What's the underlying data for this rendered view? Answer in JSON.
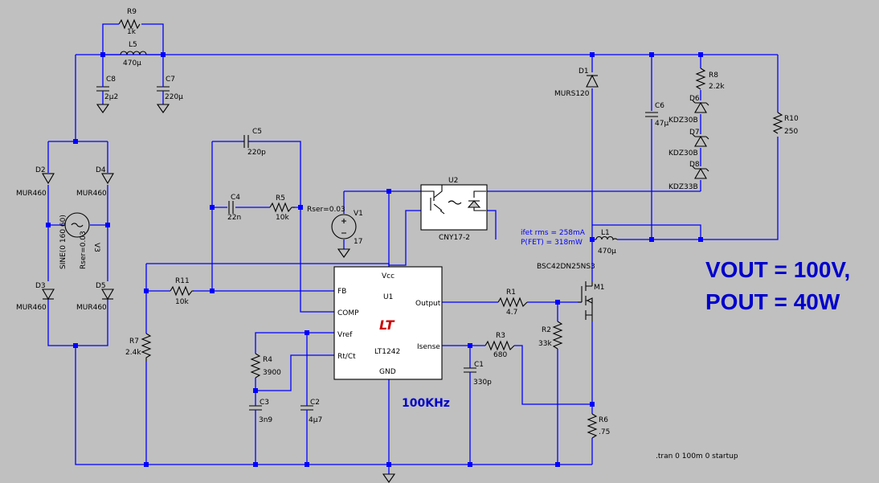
{
  "components": [
    {
      "ref": "R9",
      "value": "1k"
    },
    {
      "ref": "L5",
      "value": "470µ"
    },
    {
      "ref": "C8",
      "value": "2µ2"
    },
    {
      "ref": "C7",
      "value": "220µ"
    },
    {
      "ref": "D2",
      "value": "MUR460"
    },
    {
      "ref": "D4",
      "value": "MUR460"
    },
    {
      "ref": "D3",
      "value": "MUR460"
    },
    {
      "ref": "D5",
      "value": "MUR460"
    },
    {
      "ref": "V3",
      "value": "SINE(0 160 60)",
      "extra": "Rser=0.03"
    },
    {
      "ref": "C5",
      "value": "220p"
    },
    {
      "ref": "C4",
      "value": "22n"
    },
    {
      "ref": "R5",
      "value": "10k"
    },
    {
      "ref": "V1",
      "value": "17",
      "extra": "Rser=0.03"
    },
    {
      "ref": "R11",
      "value": "10k"
    },
    {
      "ref": "R7",
      "value": "2.4k"
    },
    {
      "ref": "R4",
      "value": "3900"
    },
    {
      "ref": "C3",
      "value": "3n9"
    },
    {
      "ref": "C2",
      "value": "4µ7"
    },
    {
      "ref": "C1",
      "value": "330p"
    },
    {
      "ref": "R1",
      "value": "4.7"
    },
    {
      "ref": "R2",
      "value": "33k"
    },
    {
      "ref": "R3",
      "value": "680"
    },
    {
      "ref": "R6",
      "value": ".75"
    },
    {
      "ref": "M1",
      "value": "BSC42DN25NS3"
    },
    {
      "ref": "L1",
      "value": "470µ"
    },
    {
      "ref": "D1",
      "value": "MURS120"
    },
    {
      "ref": "C6",
      "value": "47µ"
    },
    {
      "ref": "R8",
      "value": "2.2k"
    },
    {
      "ref": "D6",
      "value": "KDZ30B"
    },
    {
      "ref": "D7",
      "value": "KDZ30B"
    },
    {
      "ref": "D8",
      "value": "KDZ33B"
    },
    {
      "ref": "R10",
      "value": "250"
    },
    {
      "ref": "U2",
      "value": "CNY17-2"
    },
    {
      "ref": "U1",
      "value": "LT1242"
    }
  ],
  "u1_pins": {
    "vcc": "Vcc",
    "fb": "FB",
    "comp": "COMP",
    "vref": "Vref",
    "rtct": "Rt/Ct",
    "output": "Output",
    "isense": "Isense",
    "gnd": "GND",
    "logo": "LT"
  },
  "annotations": {
    "ifet": "ifet rms = 258mA",
    "pfet": "P(FET) = 318mW",
    "freq": "100KHz",
    "vout": "VOUT = 100V,",
    "pout": "POUT = 40W",
    "directive": ".tran 0 100m 0 startup"
  },
  "colors": {
    "background": "#c0c0c0",
    "wire": "#0000ff",
    "component": "#000000",
    "annotation": "#0000cc"
  }
}
